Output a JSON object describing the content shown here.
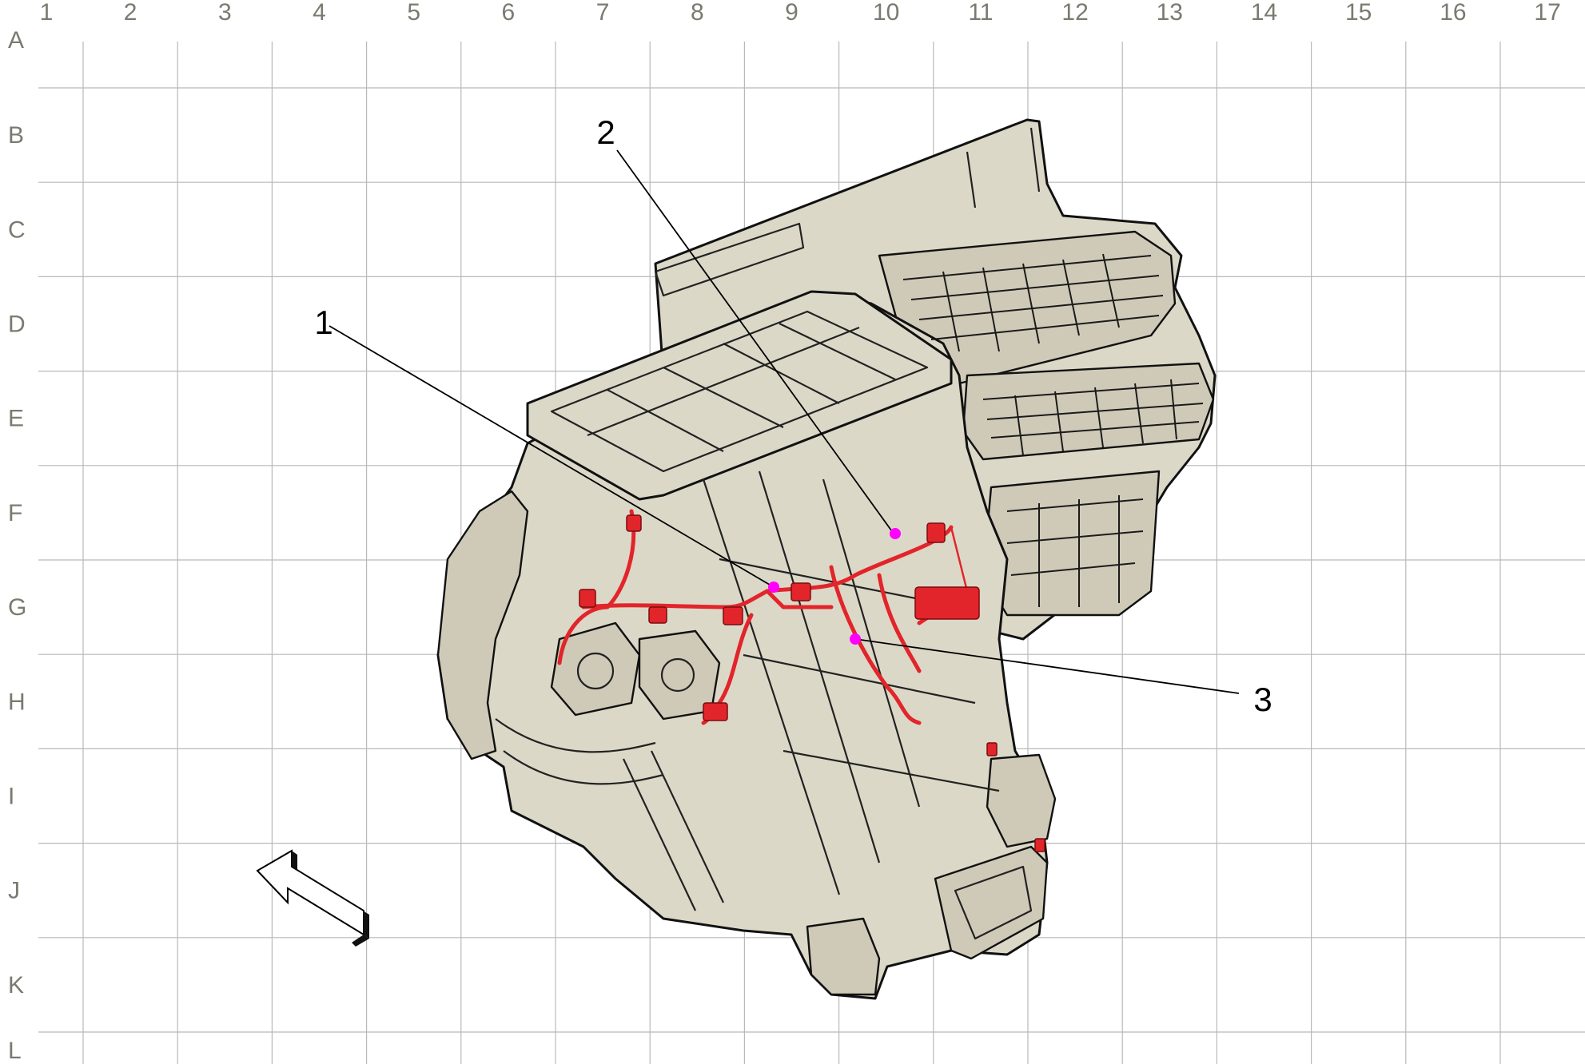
{
  "grid": {
    "columns": [
      "1",
      "2",
      "3",
      "4",
      "5",
      "6",
      "7",
      "8",
      "9",
      "10",
      "11",
      "12",
      "13",
      "14",
      "15",
      "16",
      "17"
    ],
    "rows": [
      "A",
      "B",
      "C",
      "D",
      "E",
      "F",
      "G",
      "H",
      "I",
      "J",
      "K",
      "L"
    ]
  },
  "callouts": [
    {
      "number": "1"
    },
    {
      "number": "2"
    },
    {
      "number": "3"
    }
  ],
  "colors": {
    "housing": "#dcd8c8",
    "harness": "#e2252b",
    "marker": "#ff00ff",
    "grid": "#b9b9b9",
    "label": "#7a7a70"
  },
  "icons": {
    "direction-arrow": "forward-arrow-icon"
  }
}
